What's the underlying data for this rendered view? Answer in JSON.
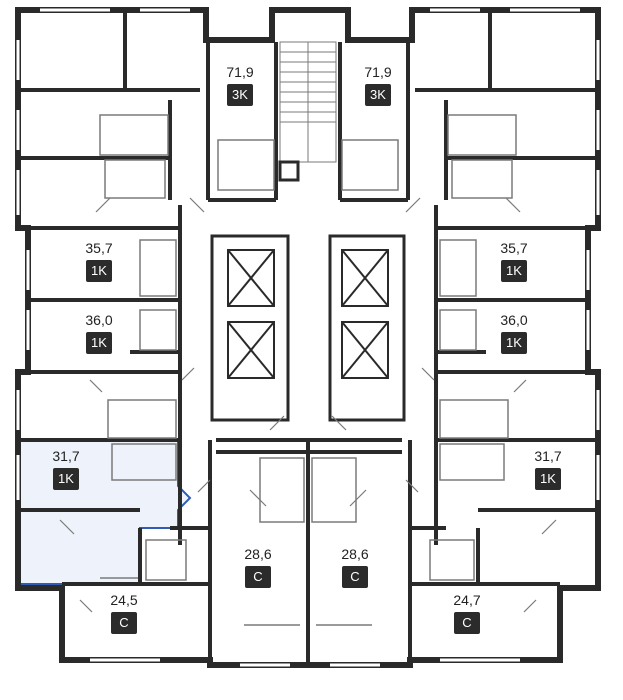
{
  "colors": {
    "wall": "#2a2a2a",
    "thin_line": "#7a7a7a",
    "highlight_fill": "#eef3fb",
    "highlight_stroke": "#2f5bb7",
    "badge": "#2b2b2b"
  },
  "apartments": [
    {
      "id": "apt-71-9-left",
      "area": "71,9",
      "type": "3K"
    },
    {
      "id": "apt-71-9-right",
      "area": "71,9",
      "type": "3K"
    },
    {
      "id": "apt-35-7-left",
      "area": "35,7",
      "type": "1K"
    },
    {
      "id": "apt-35-7-right",
      "area": "35,7",
      "type": "1K"
    },
    {
      "id": "apt-36-0-left",
      "area": "36,0",
      "type": "1K"
    },
    {
      "id": "apt-36-0-right",
      "area": "36,0",
      "type": "1K"
    },
    {
      "id": "apt-31-7-left",
      "area": "31,7",
      "type": "1K",
      "selected": true
    },
    {
      "id": "apt-31-7-right",
      "area": "31,7",
      "type": "1K"
    },
    {
      "id": "apt-28-6-left",
      "area": "28,6",
      "type": "C"
    },
    {
      "id": "apt-28-6-right",
      "area": "28,6",
      "type": "C"
    },
    {
      "id": "apt-24-5",
      "area": "24,5",
      "type": "C"
    },
    {
      "id": "apt-24-7",
      "area": "24,7",
      "type": "C"
    }
  ]
}
